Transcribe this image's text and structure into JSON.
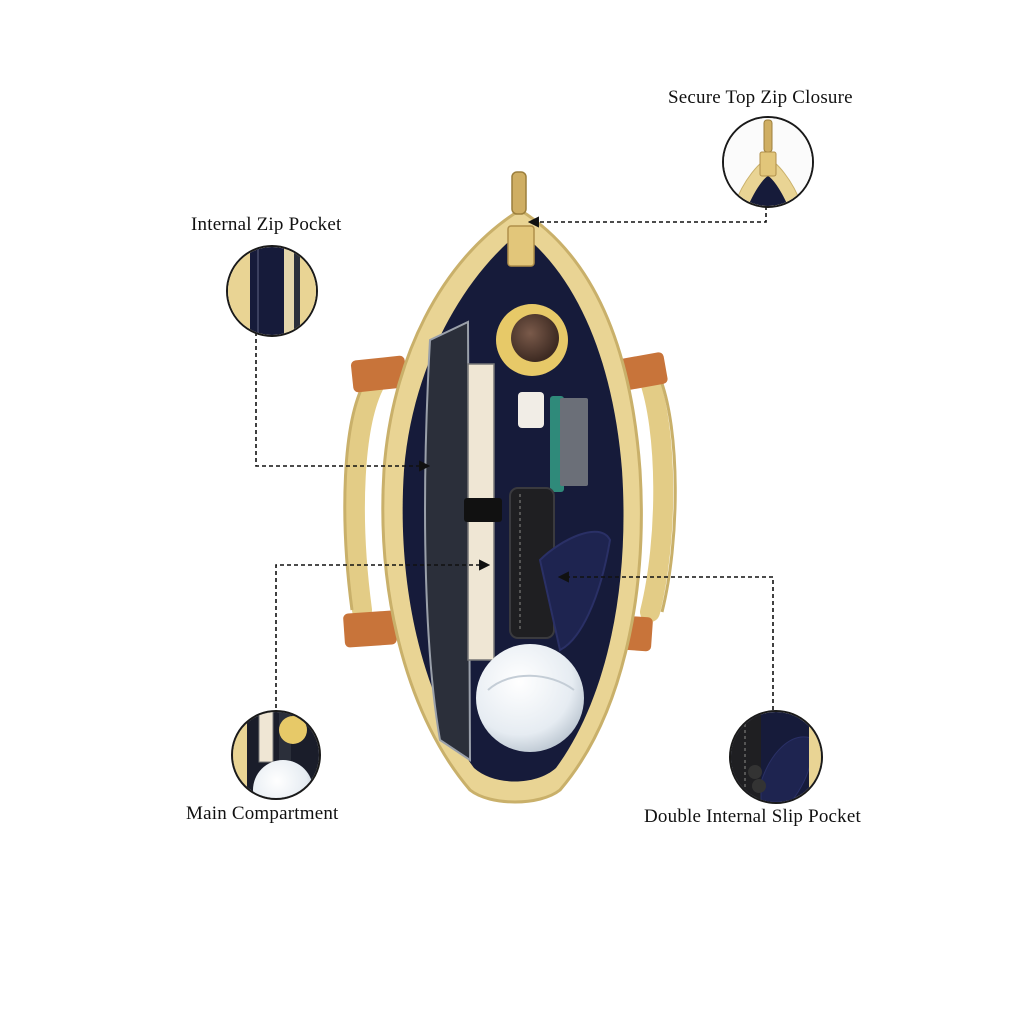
{
  "callouts": {
    "top_zip": "Secure Top Zip Closure",
    "internal_zip_pocket": "Internal Zip Pocket",
    "main_compartment": "Main Compartment",
    "double_slip_pocket": "Double Internal Slip Pocket"
  },
  "colors": {
    "bag_body": "#e9d494",
    "bag_shadow": "#c9b06a",
    "lining": "#161b3a",
    "handle_tab": "#c8743a",
    "zip_puller": "#cfae63",
    "line": "#111111"
  }
}
